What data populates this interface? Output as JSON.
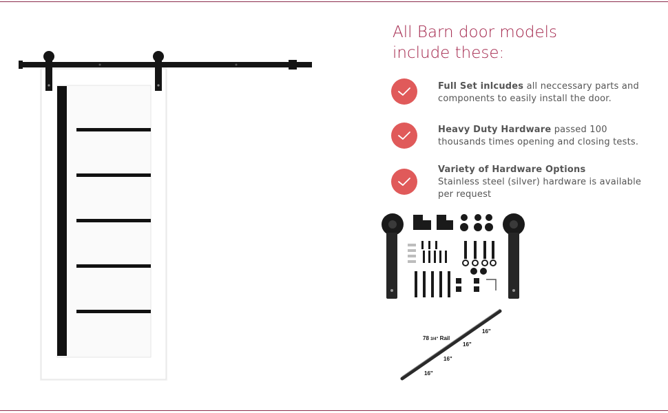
{
  "heading": {
    "line1": "All Barn door models",
    "line2": "include these:"
  },
  "features": [
    {
      "title": "Full Set inlcudes",
      "body": " all neccessary parts and components to easily install the door."
    },
    {
      "title": "Heavy Duty Hardware",
      "body": " passed 100 thousands times opening and closing tests."
    },
    {
      "title": "Variety of Hardware Options",
      "body": "Stainless steel (silver) hardware is available per request"
    }
  ],
  "rail_labels": {
    "rail_length_whole": "78",
    "rail_length_fraction": "3/4\"",
    "rail_word": "Rail",
    "segment": "16\""
  },
  "colors": {
    "accent": "#a3254b",
    "check": "#e05a5a",
    "text": "#555555"
  },
  "icons": [
    "check-icon"
  ]
}
